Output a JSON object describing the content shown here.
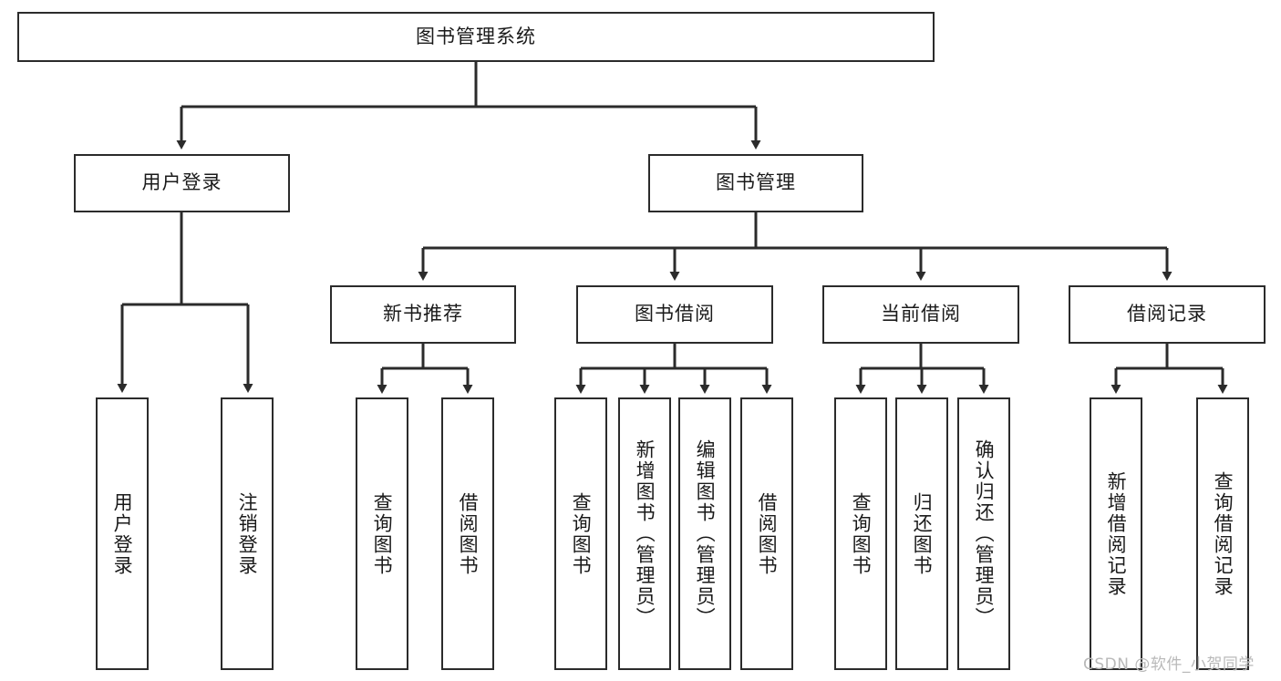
{
  "diagram": {
    "kind": "tree-hierarchy-chart",
    "root": {
      "id": "root",
      "label": "图书管理系统"
    },
    "level2": [
      {
        "id": "user-login",
        "label": "用户登录"
      },
      {
        "id": "book-manage",
        "label": "图书管理"
      }
    ],
    "level3": [
      {
        "id": "new-book-rec",
        "label": "新书推荐"
      },
      {
        "id": "book-borrow",
        "label": "图书借阅"
      },
      {
        "id": "current-borrow",
        "label": "当前借阅"
      },
      {
        "id": "borrow-record",
        "label": "借阅记录"
      }
    ],
    "leaves": [
      {
        "id": "leaf-user-login",
        "label": "用户登录",
        "parent": "user-login"
      },
      {
        "id": "leaf-user-logout",
        "label": "注销登录",
        "parent": "user-login"
      },
      {
        "id": "leaf-query-book-1",
        "label": "查询图书",
        "parent": "new-book-rec"
      },
      {
        "id": "leaf-borrow-book-1",
        "label": "借阅图书",
        "parent": "new-book-rec"
      },
      {
        "id": "leaf-query-book-2",
        "label": "查询图书",
        "parent": "book-borrow"
      },
      {
        "id": "leaf-add-book",
        "label": "新增图书（管理员）",
        "parent": "book-borrow"
      },
      {
        "id": "leaf-edit-book",
        "label": "编辑图书（管理员）",
        "parent": "book-borrow"
      },
      {
        "id": "leaf-borrow-book-2",
        "label": "借阅图书",
        "parent": "book-borrow"
      },
      {
        "id": "leaf-query-book-3",
        "label": "查询图书",
        "parent": "current-borrow"
      },
      {
        "id": "leaf-return-book",
        "label": "归还图书",
        "parent": "current-borrow"
      },
      {
        "id": "leaf-confirm-return",
        "label": "确认归还（管理员）",
        "parent": "current-borrow"
      },
      {
        "id": "leaf-add-record",
        "label": "新增借阅记录",
        "parent": "borrow-record"
      },
      {
        "id": "leaf-query-record",
        "label": "查询借阅记录",
        "parent": "borrow-record"
      }
    ],
    "colors": {
      "box_border": "#2b2b2b",
      "box_fill": "#ffffff",
      "edge": "#2b2b2b",
      "text": "#1a1a1a",
      "background": "#ffffff",
      "watermark": "#b9b9b9"
    }
  },
  "watermark": {
    "text": "CSDN @软件_小贺同学"
  }
}
